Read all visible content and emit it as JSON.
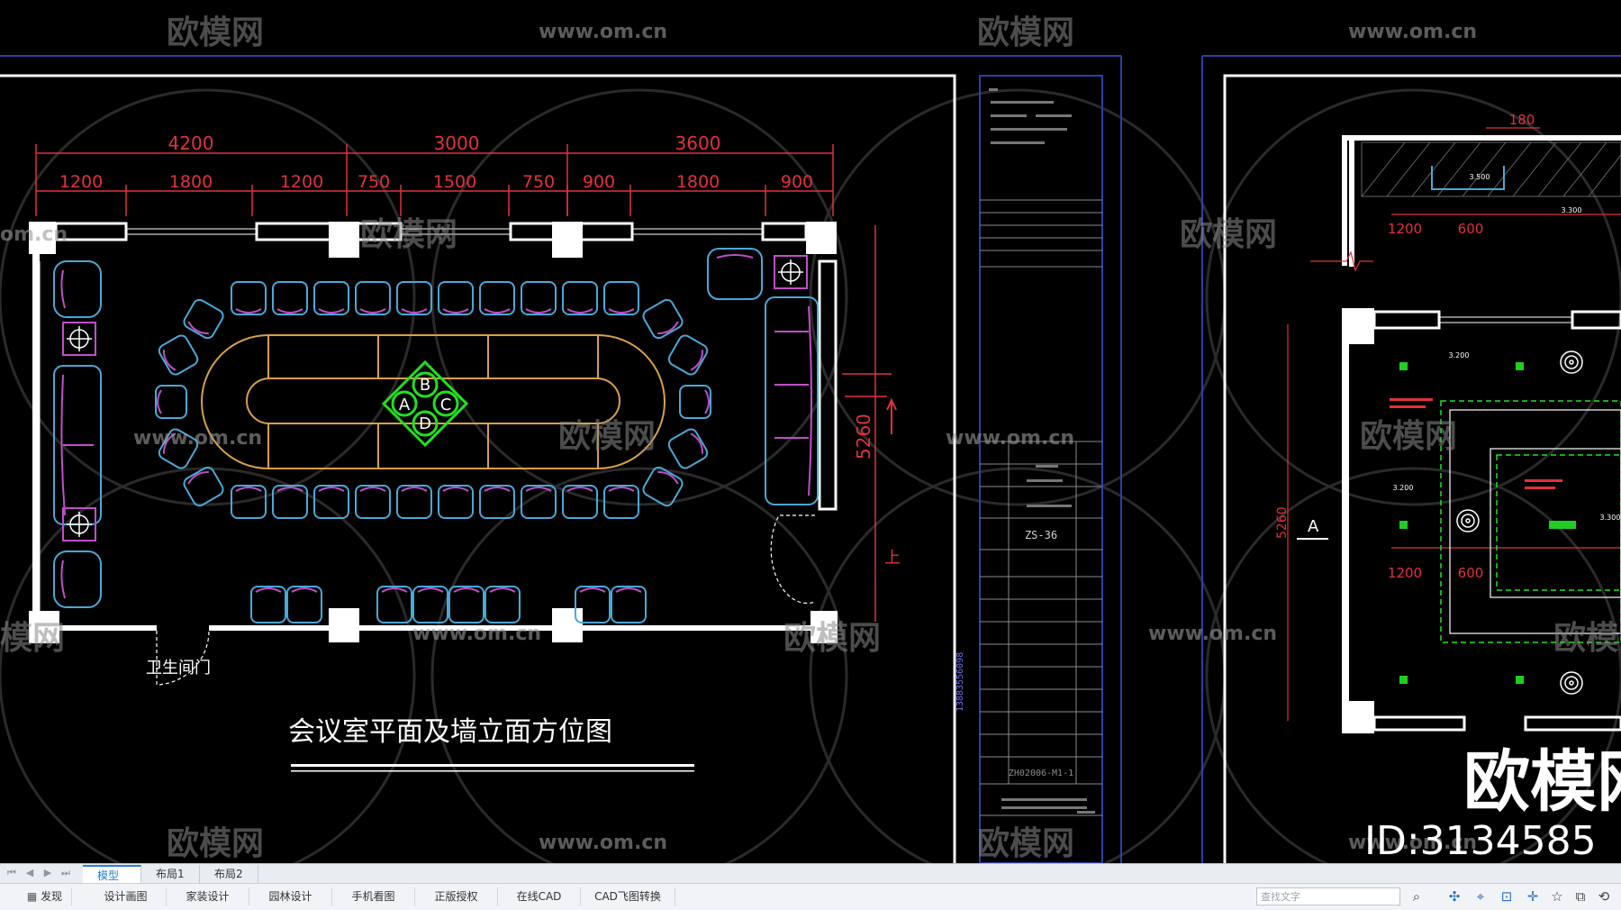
{
  "drawing": {
    "dims_top": [
      "4200",
      "3000",
      "3600"
    ],
    "dims_sub": [
      "1200",
      "1800",
      "1200",
      "750",
      "1500",
      "750",
      "900",
      "1800",
      "900"
    ],
    "dim_side": "5260",
    "zone_labels": [
      "A",
      "B",
      "C",
      "D"
    ],
    "restroom_door": "卫生间门",
    "plan_title": "会议室平面及墙立面方位图",
    "phone_vertical": "13883556098",
    "upper_mark": "上"
  },
  "title_block": {
    "drawing_no": "ZS-36",
    "project_no": "ZH02006-M1-1"
  },
  "right_view": {
    "dim_180": "180",
    "dims": [
      "1200",
      "600"
    ],
    "dims_b": [
      "1200",
      "600"
    ],
    "dim_side": "5260",
    "section_mark": "A",
    "elev_labels": [
      "3.500",
      "3.300",
      "3.200",
      "3.200",
      "3.300"
    ]
  },
  "watermark": {
    "brand": "欧模网",
    "url": "www.om.cn",
    "url_partial": "om.cn",
    "brand_partial": "模网",
    "id": "ID:3134585"
  },
  "tabs": [
    "模型",
    "布局1",
    "布局2"
  ],
  "statusbar": {
    "buttons": [
      "发现",
      "设计画图",
      "家装设计",
      "园林设计",
      "手机看图",
      "正版授权",
      "在线CAD",
      "CAD飞图转换"
    ],
    "search_placeholder": "查找文字"
  },
  "colors": {
    "wall": "#ffffff",
    "chair": "#4aa8d8",
    "chair_inner": "#c04fc8",
    "table": "#d9a04a",
    "zone_marker": "#22e022",
    "dimension": "#e0323c",
    "frame": "#2f3fa8",
    "tab_active": "#2a7fd4"
  }
}
